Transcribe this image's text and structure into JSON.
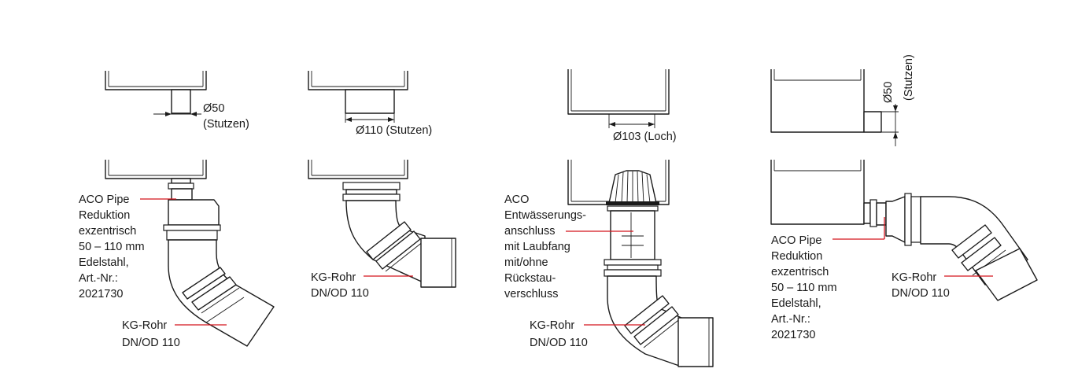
{
  "dims": {
    "d50": "Ø50",
    "stutzen": "(Stutzen)",
    "d110": "Ø110 (Stutzen)",
    "d103": "Ø103 (Loch)",
    "d50v": "Ø50",
    "stutzen_v": "(Stutzen)"
  },
  "labels": {
    "aco_pipe": [
      "ACO Pipe",
      "Reduktion",
      "exzentrisch",
      "50 – 110 mm",
      "Edelstahl,",
      "Art.-Nr.:",
      "2021730"
    ],
    "kg_rohr": [
      "KG-Rohr",
      "DN/OD 110"
    ],
    "aco_entw": [
      "ACO",
      "Entwässerungs-",
      "anschluss",
      "mit Laubfang",
      "mit/ohne",
      "Rückstau-",
      "verschluss"
    ]
  },
  "colors": {
    "leader": "#d4141c",
    "line": "#1a1a1a"
  }
}
